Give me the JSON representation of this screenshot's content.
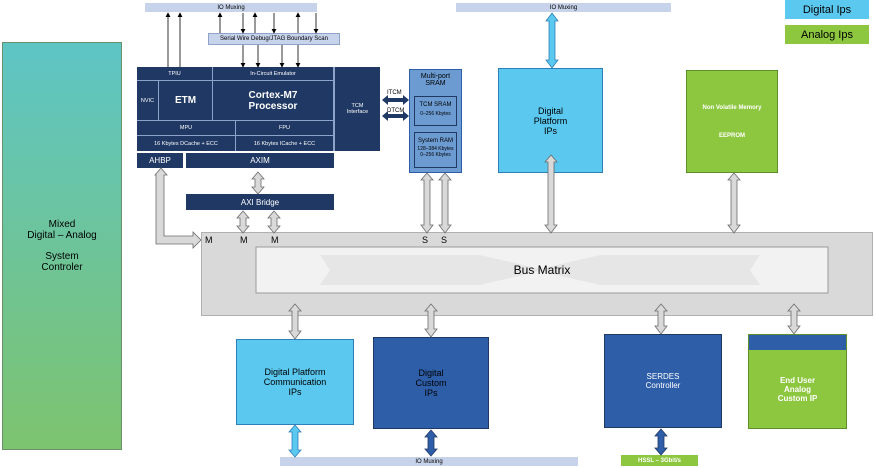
{
  "legend": {
    "digital": "Digital Ips",
    "analog": "Analog Ips"
  },
  "colors": {
    "digital": "#5bc8ef",
    "analog": "#8dc63f",
    "navy": "#1f3864",
    "dark_blue": "#2e5ea8",
    "bus": "#d9d9d9"
  },
  "mixed_signal": {
    "line1": "Mixed",
    "line2": "Digital – Analog",
    "line3": "System",
    "line4": "Controler"
  },
  "io_muxing": {
    "top_left": "IO Muxing",
    "top_right": "IO Muxing",
    "bottom": "IO Muxing"
  },
  "debug": {
    "label": "Serial Wire Debug/JTAG Boundary Scan"
  },
  "cpu": {
    "tpiu": "TPIU",
    "ice": "In-Circuit Emulator",
    "nvic": "NVIC",
    "etm": "ETM",
    "core_line1": "Cortex-M7",
    "core_line2": "Processor",
    "tcm_line1": "TCM",
    "tcm_line2": "Interface",
    "mpu": "MPU",
    "fpu": "FPU",
    "dcache": "16 Kbytes DCache + ECC",
    "icache": "16 Kbytes ICache + ECC",
    "ahbp": "AHBP",
    "axim": "AXIM"
  },
  "axi_bridge": "AXI Bridge",
  "sram": {
    "title_line1": "Multi-port",
    "title_line2": "SRAM",
    "itcm": "ITCM",
    "dtcm": "DTCM",
    "tcm_sram": "TCM SRAM",
    "tcm_size": "0–256 Kbytes",
    "sys_ram": "System RAM",
    "sys_size1": "128–384 Kbytes",
    "sys_size2": "0–256 Kbytes"
  },
  "digital_platform": {
    "line1": "Digital",
    "line2": "Platform",
    "line3": "IPs"
  },
  "nvm": {
    "line1": "Non Volatile Memory",
    "line2": "EEPROM"
  },
  "bus_matrix": {
    "label": "Bus Matrix",
    "m1": "M",
    "m2": "M",
    "m3": "M",
    "s1": "S",
    "s2": "S"
  },
  "comm": {
    "line1": "Digital Platform",
    "line2": "Communication",
    "line3": "IPs"
  },
  "custom": {
    "line1": "Digital",
    "line2": "Custom",
    "line3": "IPs"
  },
  "serdes": {
    "line1": "SERDES",
    "line2": "Controller"
  },
  "hssl": "HSSL – 3Gbit/s",
  "end_user": {
    "line1": "End User",
    "line2": "Analog",
    "line3": "Custom IP"
  }
}
